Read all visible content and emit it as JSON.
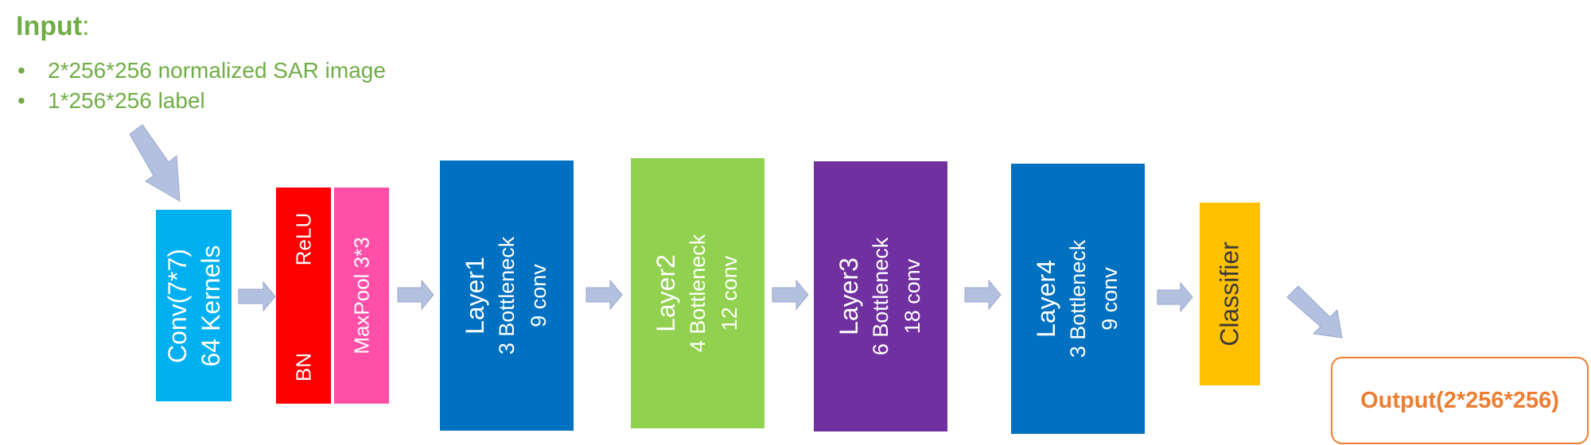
{
  "input": {
    "title": "Input",
    "colon": ":",
    "bullets": [
      "2*256*256 normalized SAR image",
      "1*256*256 label"
    ]
  },
  "blocks": {
    "conv": {
      "line1": "Conv(7*7)",
      "line2": "64 Kernels",
      "color": "#00B0F0"
    },
    "bn_relu": {
      "relu": "ReLU",
      "bn": "BN",
      "color": "#FF0000"
    },
    "maxpool": {
      "label": "MaxPool 3*3",
      "color": "#FF4FA7"
    },
    "layer1": {
      "name": "Layer1",
      "line2": "3 Bottleneck",
      "line3": "9 conv",
      "color": "#0070C0"
    },
    "layer2": {
      "name": "Layer2",
      "line2": "4 Bottleneck",
      "line3": "12 conv",
      "color": "#92D050"
    },
    "layer3": {
      "name": "Layer3",
      "line2": "6 Bottleneck",
      "line3": "18 conv",
      "color": "#7030A0"
    },
    "layer4": {
      "name": "Layer4",
      "line2": "3 Bottleneck",
      "line3": "9 conv",
      "color": "#0070C0"
    },
    "classifier": {
      "label": "Classifier",
      "color": "#FFC000"
    }
  },
  "output": {
    "label": "Output(2*256*256)",
    "color": "#ED7D31"
  },
  "arrow_color": "#B4C0E0"
}
